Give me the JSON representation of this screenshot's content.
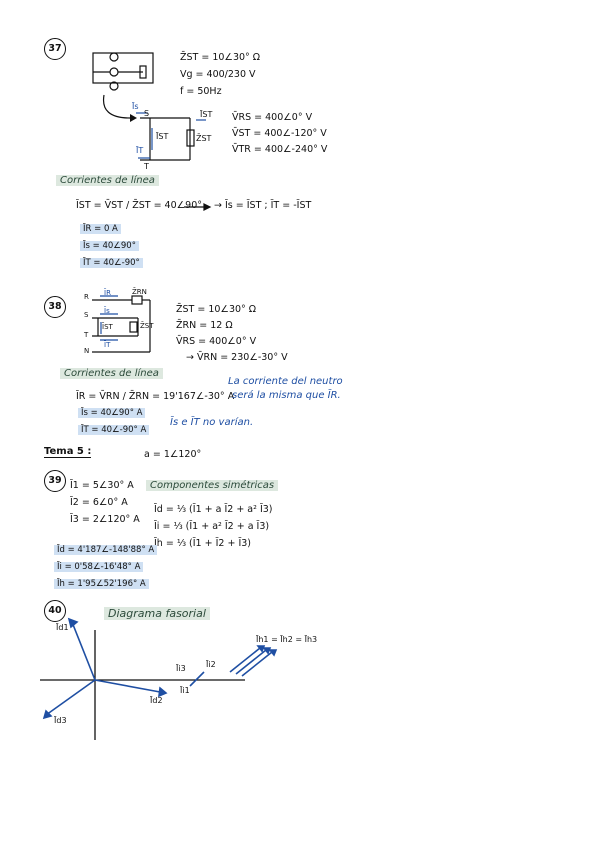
{
  "p37": {
    "num": "37",
    "given": [
      "Z̄ST = 10∠30° Ω",
      "Vg = 400/230 V",
      "f = 50Hz"
    ],
    "node_labels": [
      "Īs",
      "S",
      "ĪST",
      "ĪT",
      "T",
      "Z̄ST"
    ],
    "branch": "ĪST",
    "voltages": [
      "V̄RS = 400∠0° V",
      "V̄ST = 400∠-120° V",
      "V̄TR = 400∠-240° V"
    ],
    "section": "Corrientes de línea",
    "eq_main": "ĪST = V̄ST / Z̄ST = 40∠90°",
    "eq_tail": "→ Īs = ĪST ; ĪT = -ĪST",
    "results": [
      "ĪR = 0 A",
      "Īs = 40∠90°",
      "ĪT = 40∠-90°"
    ]
  },
  "p38": {
    "num": "38",
    "circuit_labels": [
      "R",
      "ĪR",
      "Z̄RN",
      "S",
      "Īs",
      "ĪST",
      "Z̄ST",
      "T",
      "ĪT",
      "N"
    ],
    "given": [
      "Z̄ST = 10∠30° Ω",
      "Z̄RN = 12 Ω",
      "V̄RS = 400∠0° V",
      "→ V̄RN = 230∠-30° V"
    ],
    "section": "Corrientes de línea",
    "eq": "ĪR = V̄RN / Z̄RN = 19'167∠-30° A",
    "results": [
      "Īs = 40∠90° A",
      "ĪT = 40∠-90° A"
    ],
    "note1": "La corriente del neutro",
    "note2": "será la misma que ĪR.",
    "note3": "Īs e ĪT no varían."
  },
  "tema": {
    "label": "Tema 5 :",
    "a_def": "a = 1∠120°"
  },
  "p39": {
    "num": "39",
    "given": [
      "Ī1 = 5∠30° A",
      "Ī2 = 6∠0° A",
      "Ī3 = 2∠120° A"
    ],
    "section": "Componentes simétricas",
    "formulas": [
      "Īd = ⅓ (Ī1 + a Ī2 + a² Ī3)",
      "Īi = ⅓ (Ī1 + a² Ī2 + a Ī3)",
      "Īh = ⅓ (Ī1 + Ī2 + Ī3)"
    ],
    "results": [
      "Īd = 4'187∠-148'88° A",
      "Īi = 0'58∠-16'48° A",
      "Īh = 1'95∠52'196° A"
    ]
  },
  "p40": {
    "num": "40",
    "title": "Diagrama fasorial",
    "labels": [
      "Īd1",
      "Īd2",
      "Īd3",
      "Īi3",
      "Īi2",
      "Īi1",
      "Īh1 = Īh2 = Īh3"
    ]
  }
}
